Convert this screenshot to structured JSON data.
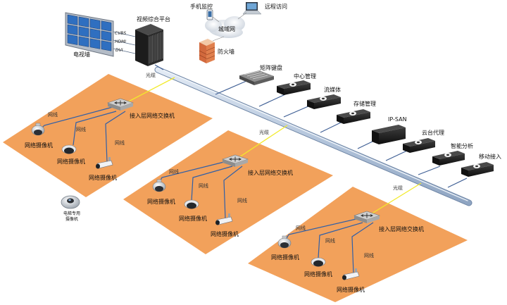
{
  "labels": {
    "tv_wall": "电视墙",
    "video_platform": "视频综合平台",
    "signal_cvbs": "CVBS",
    "signal_hdmi": "HDMI",
    "signal_dvi": "DVI",
    "mobile_monitor": "手机监控",
    "remote_access": "远程访问",
    "wan": "城域网",
    "firewall": "防火墙",
    "matrix_keyboard": "矩阵键盘",
    "center_mgmt": "中心管理",
    "streaming": "流媒体",
    "storage_mgmt": "存储管理",
    "ip_san": "IP-SAN",
    "ptz_proxy": "云台代理",
    "smart_analysis": "智能分析",
    "mobile_access": "移动接入",
    "fiber": "光缆",
    "network_cable": "网线",
    "access_switch": "接入层网络交换机",
    "network_camera": "网络摄像机",
    "elevator_camera_line1": "电梯专用",
    "elevator_camera_line2": "摄像机"
  },
  "colors": {
    "zone_fill": "#f2a15b",
    "backbone": "#b9c8dd",
    "fiber_line": "#f2ea2b",
    "lan_line": "#2f5fa8"
  }
}
